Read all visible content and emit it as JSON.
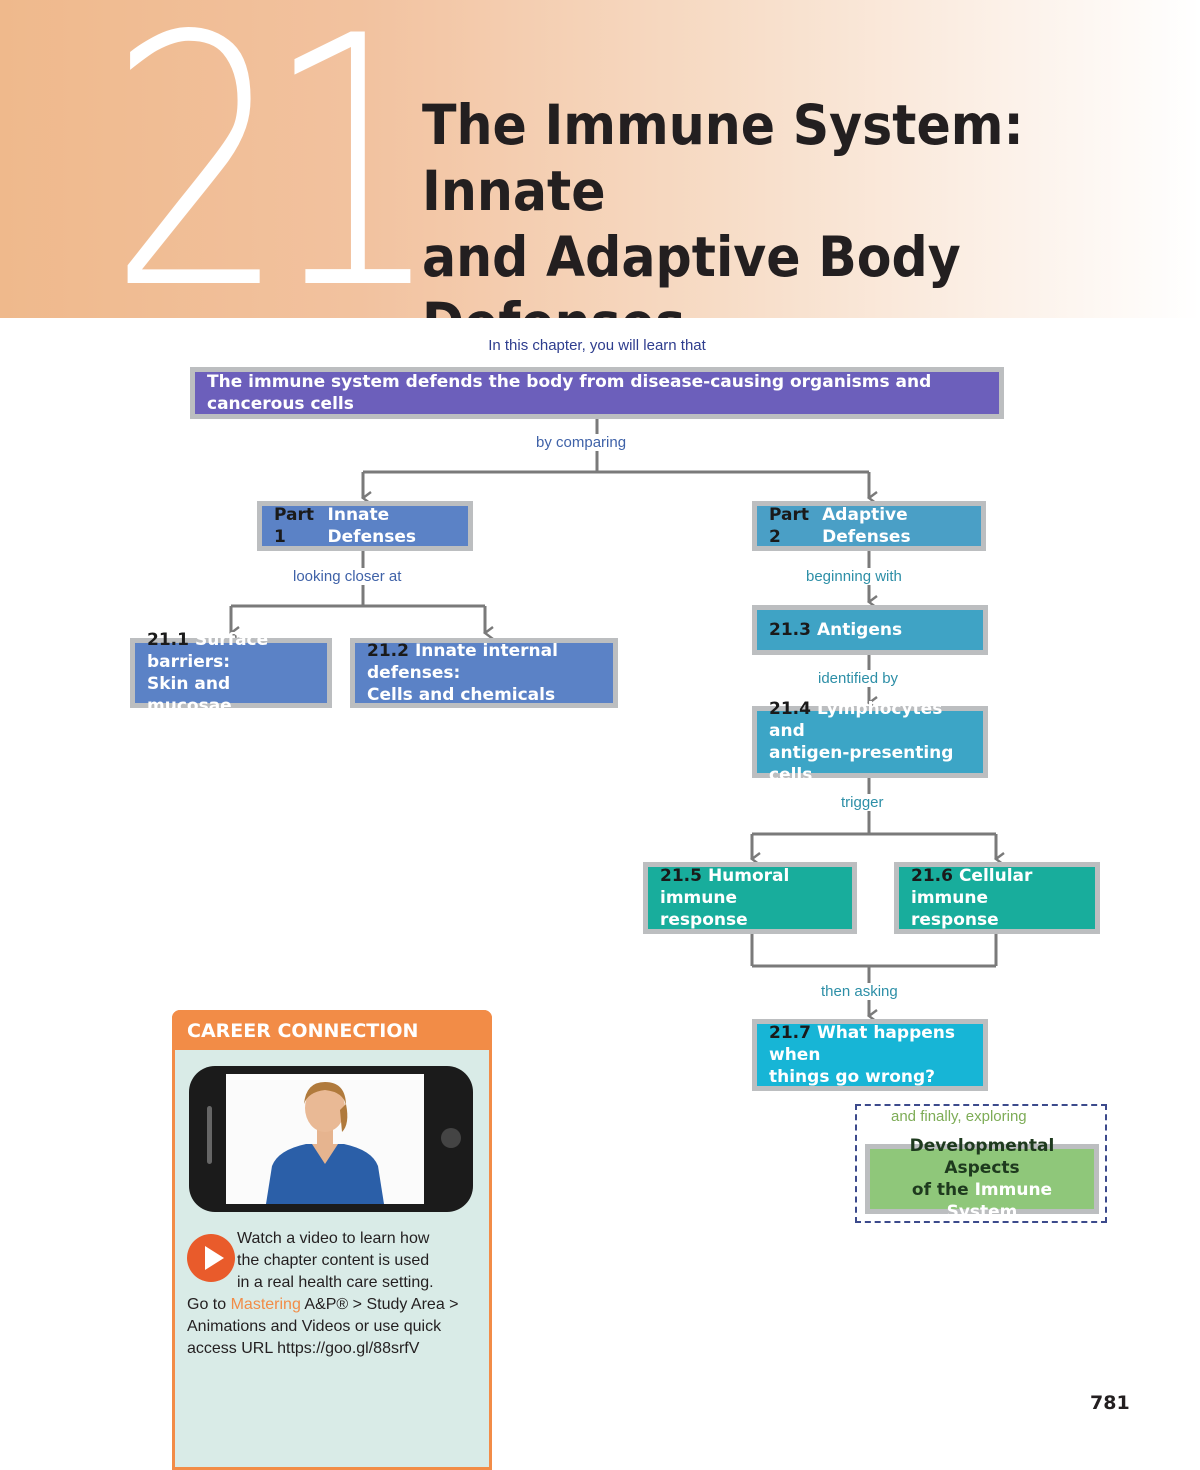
{
  "header": {
    "chapter_number": "21",
    "title_line1": "The Immune System: Innate",
    "title_line2": "and Adaptive Body Defenses"
  },
  "concept_map": {
    "intro": "In this chapter, you will learn that",
    "top": "The immune system defends the body from disease-causing organisms and cancerous cells",
    "link_comparing": "by comparing",
    "part1": {
      "num": "Part 1",
      "label": "Innate Defenses"
    },
    "part2": {
      "num": "Part 2",
      "label": "Adaptive Defenses"
    },
    "link_looking": "looking closer at",
    "link_beginning": "beginning with",
    "s211": {
      "num": "21.1",
      "line1": "Surface barriers:",
      "line2": "Skin and mucosae"
    },
    "s212": {
      "num": "21.2",
      "line1": "Innate internal defenses:",
      "line2": "Cells and chemicals"
    },
    "s213": {
      "num": "21.3",
      "label": "Antigens"
    },
    "link_identified": "identified by",
    "s214": {
      "num": "21.4",
      "line1": "Lymphocytes and",
      "line2": "antigen-presenting cells"
    },
    "link_trigger": "trigger",
    "s215": {
      "num": "21.5",
      "line1": "Humoral immune",
      "line2": "response"
    },
    "s216": {
      "num": "21.6",
      "line1": "Cellular immune",
      "line2": "response"
    },
    "link_then": "then asking",
    "s217": {
      "num": "21.7",
      "line1": "What happens when",
      "line2": "things go wrong?"
    },
    "link_finally": "and finally, exploring",
    "dev": {
      "line1": "Developmental Aspects",
      "line2_a": "of the",
      "line2_b": "Immune System"
    }
  },
  "career": {
    "heading": "CAREER CONNECTION",
    "text_1": "Watch a video to learn how",
    "text_2": "the chapter content is used",
    "text_3": "in a real health care setting.",
    "text_4a": "Go to",
    "text_4b": "Mastering",
    "text_4c": "A&P® > Study Area >",
    "text_5": "Animations and Videos or use quick",
    "text_6": "access URL https://goo.gl/88srfV"
  },
  "page_number": "781"
}
